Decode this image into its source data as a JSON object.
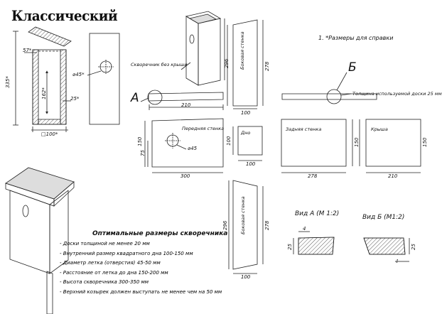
{
  "title": "Классический",
  "note": "1. *Размеры для справки",
  "section_a": {
    "letter": "А",
    "caption": "Вид А (М 1:2)",
    "dim_top": "4",
    "dim_side": "25"
  },
  "section_b": {
    "letter": "Б",
    "caption": "Вид Б (М1:2)",
    "dim_bottom": "4",
    "dim_side": "25"
  },
  "thickness_note": "Толщина используемой доски 25 мм",
  "roofless_note": "Скворечник без крыши",
  "side_view": {
    "d335": "335*",
    "d57": "57*",
    "d162": "162*",
    "d25": "25*",
    "d100": "□100*"
  },
  "front_hole": {
    "label": "⌀45*"
  },
  "iso_dims": {
    "d296": "296",
    "d278": "278"
  },
  "side_wall_top": {
    "label": "Боковая стенка",
    "d296": "296",
    "d278": "278",
    "d100": "100"
  },
  "side_wall_bottom": {
    "label": "Боковая стенка",
    "d296": "296",
    "d278": "278",
    "d100": "100"
  },
  "roof_strip_a": {
    "width": "210"
  },
  "front_wall": {
    "label": "Передняя стенка",
    "hole": "⌀45",
    "height": "150",
    "hole_height": "75",
    "width": "300"
  },
  "bottom": {
    "label": "Дно",
    "height": "100",
    "width": "100"
  },
  "back_wall": {
    "label": "Задняя стенка",
    "height": "150",
    "width": "278"
  },
  "roof": {
    "label": "Крыша",
    "height": "150",
    "width": "210"
  },
  "optimal": {
    "title": "Оптимальные размеры скворечника",
    "items": [
      "Доски толщиной не менее 20 мм",
      "Внутренний размер квадратного дна 100-150 мм",
      "Диаметр летка (отверстия) 45-50 мм",
      "Расстояние от летка до дна 150-200 мм",
      "Высота скворечника 300-350 мм",
      "Верхний козырек должен выступать не менее чем на 50 мм"
    ]
  }
}
